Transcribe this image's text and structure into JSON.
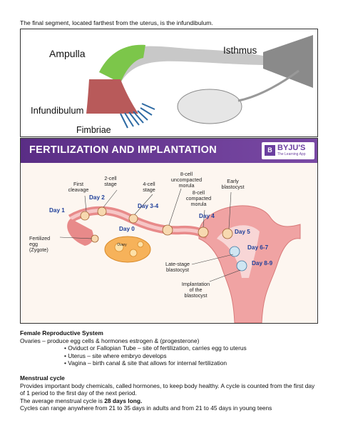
{
  "intro": "The final segment, located farthest from the uterus, is the infundibulum.",
  "tube": {
    "ampulla": "Ampulla",
    "isthmus": "Isthmus",
    "infundibulum": "Infundibulum",
    "fimbriae": "Fimbriae"
  },
  "fert": {
    "title": "FERTILIZATION AND IMPLANTATION",
    "logo_name": "BYJU'S",
    "logo_sub": "The Learning App",
    "labels": {
      "cell2": "2-cell\nstage",
      "first_cleavage": "First\ncleavage",
      "cell4": "4-cell\nstage",
      "uncompacted": "8-cell\nuncompacted\nmorula",
      "compacted": "8-cell\ncompacted\nmorula",
      "early_blasto": "Early\nblastocyst",
      "fertilized": "Fertilized\negg\n(Zygote)",
      "ovary": "Ovary",
      "late_blasto": "Late-stage\nblastocyst",
      "implantation": "Implantation\nof the\nblastocyst"
    },
    "days": [
      "Day 1",
      "Day 2",
      "Day 3-4",
      "Day 0",
      "Day 4",
      "Day 5",
      "Day 6-7",
      "Day 8-9"
    ]
  },
  "reproductive": {
    "heading": "Female Reproductive System",
    "line": "Ovaries – produce egg cells & hormones estrogen & (progesterone)",
    "bullets": [
      "• Oviduct or Fallopian Tube – site of fertilization, carries egg to uterus",
      "• Uterus – site where embryo develops",
      "• Vagina – birth canal & site that allows for internal fertilization"
    ]
  },
  "menstrual": {
    "heading": "Menstrual cycle",
    "p1": "Provides important body chemicals, called hormones, to keep body healthy.  A cycle is counted from the first day of 1 period to the first day of the next period.",
    "avg_prefix": "The average menstrual cycle is ",
    "avg_bold": "28 days long.",
    "range": "Cycles can range anywhere from 21 to 35 days in adults and from 21 to 45 days in young teens"
  }
}
